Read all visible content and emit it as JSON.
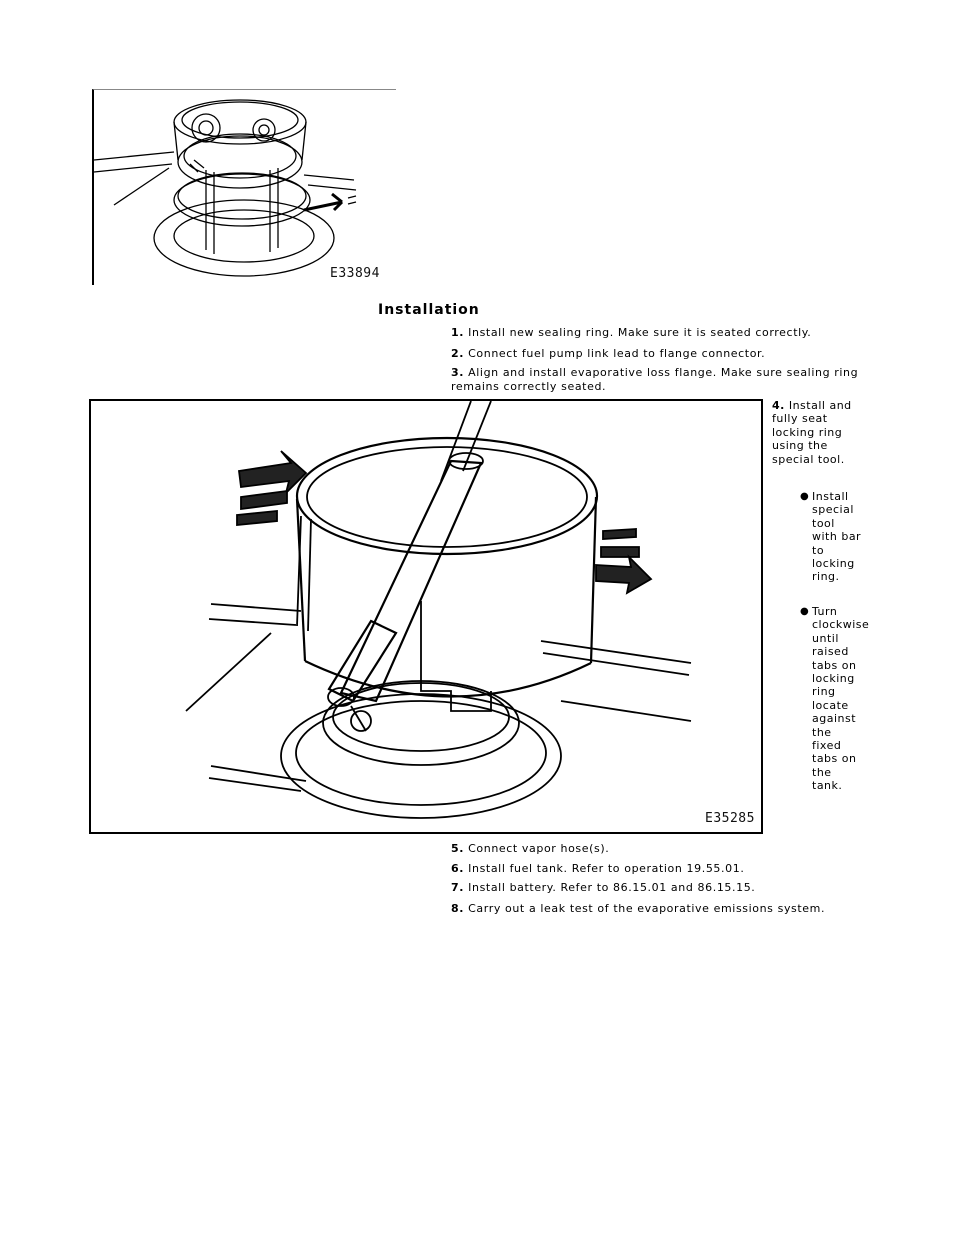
{
  "figures": {
    "top": {
      "id": "E33894"
    },
    "main": {
      "id": "E35285"
    }
  },
  "section": {
    "title": "Installation"
  },
  "steps_before": [
    {
      "num": "1.",
      "text": "Install new sealing ring. Make sure it is seated correctly."
    },
    {
      "num": "2.",
      "text": "Connect fuel pump link lead to flange connector."
    },
    {
      "num": "3.",
      "text": "Align and install evaporative loss flange. Make sure sealing ring remains correctly seated."
    }
  ],
  "step4": {
    "num": "4.",
    "text": "Install and fully seat locking ring using the special tool.",
    "bullets": [
      {
        "text": "Install special tool with bar to locking ring."
      },
      {
        "text": "Turn clockwise until raised tabs on locking ring locate against the fixed tabs on the tank."
      }
    ]
  },
  "steps_after": [
    {
      "num": "5.",
      "text": "Connect vapor hose(s)."
    },
    {
      "num": "6.",
      "text": "Install fuel tank. Refer to operation 19.55.01."
    },
    {
      "num": "7.",
      "text": "Install battery. Refer to 86.15.01 and 86.15.15."
    },
    {
      "num": "8.",
      "text": "Carry out a leak test of the evaporative emissions system."
    }
  ]
}
